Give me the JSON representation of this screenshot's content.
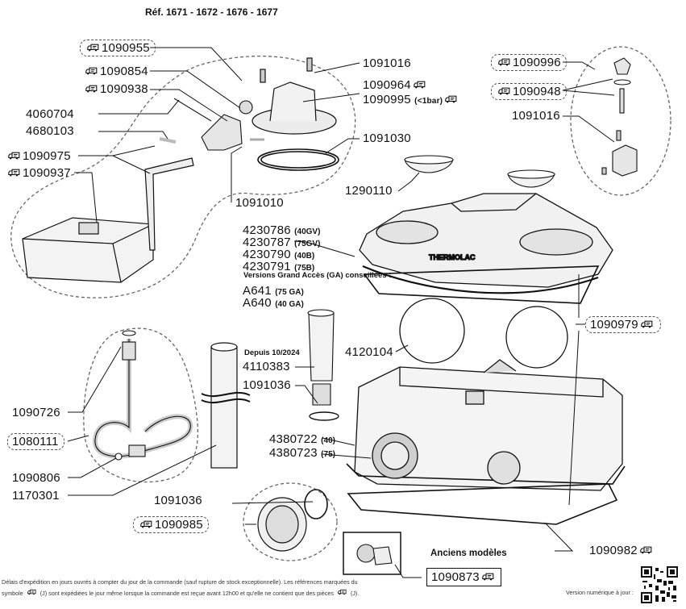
{
  "title": "Réf. 1671 - 1672 - 1676 - 1677",
  "ship_icon": "shipping-truck-icon",
  "colors": {
    "ink": "#111111",
    "dashed": "#666666",
    "fill": "#eeeeee"
  },
  "labels": {
    "p1090955": "1090955",
    "p1090854": "1090854",
    "p1090938": "1090938",
    "p4060704": "4060704",
    "p4680103": "4680103",
    "p1090975": "1090975",
    "p1090937": "1090937",
    "p1091016a": "1091016",
    "p1090964": "1090964",
    "p1090995": "1090995",
    "p1090995_cond": "(<1bar)",
    "p1091030": "1091030",
    "p1091010": "1091010",
    "p1090996": "1090996",
    "p1090948": "1090948",
    "p1091016b": "1091016",
    "p1290110": "1290110",
    "p4230786": "4230786",
    "p4230786_sfx": "(40GV)",
    "p4230787": "4230787",
    "p4230787_sfx": "(75GV)",
    "p4230790": "4230790",
    "p4230790_sfx": "(40B)",
    "p4230791": "4230791",
    "p4230791_sfx": "(75B)",
    "grand_acces": "Versions Grand Accès (GA) conseillées :",
    "pA641": "A641",
    "pA641_sfx": "(75 GA)",
    "pA640": "A640",
    "pA640_sfx": "(40 GA)",
    "p1090979": "1090979",
    "p4120104": "4120104",
    "depuis": "Depuis 10/2024",
    "p4110383": "4110383",
    "p1091036a": "1091036",
    "p1090726": "1090726",
    "p1080111": "1080111",
    "p4380722": "4380722",
    "p4380722_sfx": "(40)",
    "p4380723": "4380723",
    "p4380723_sfx": "(75)",
    "p1090806": "1090806",
    "p1170301": "1170301",
    "p1091036b": "1091036",
    "p1090985": "1090985",
    "p1090982": "1090982",
    "anciens": "Anciens modèles",
    "p1090873": "1090873"
  },
  "footer": {
    "line1": "Délais d'expédition en jours ouvrés à compter du jour de la commande (sauf rupture de stock exceptionnelle). Les références marquées du",
    "line2a": "symbole",
    "line2b": "(J) sont expédiées le jour même lorsque la commande est reçue avant 12h00 et qu'elle ne contient que des pièces",
    "line2c": "(J).",
    "numerique": "Version numérique à jour :"
  }
}
